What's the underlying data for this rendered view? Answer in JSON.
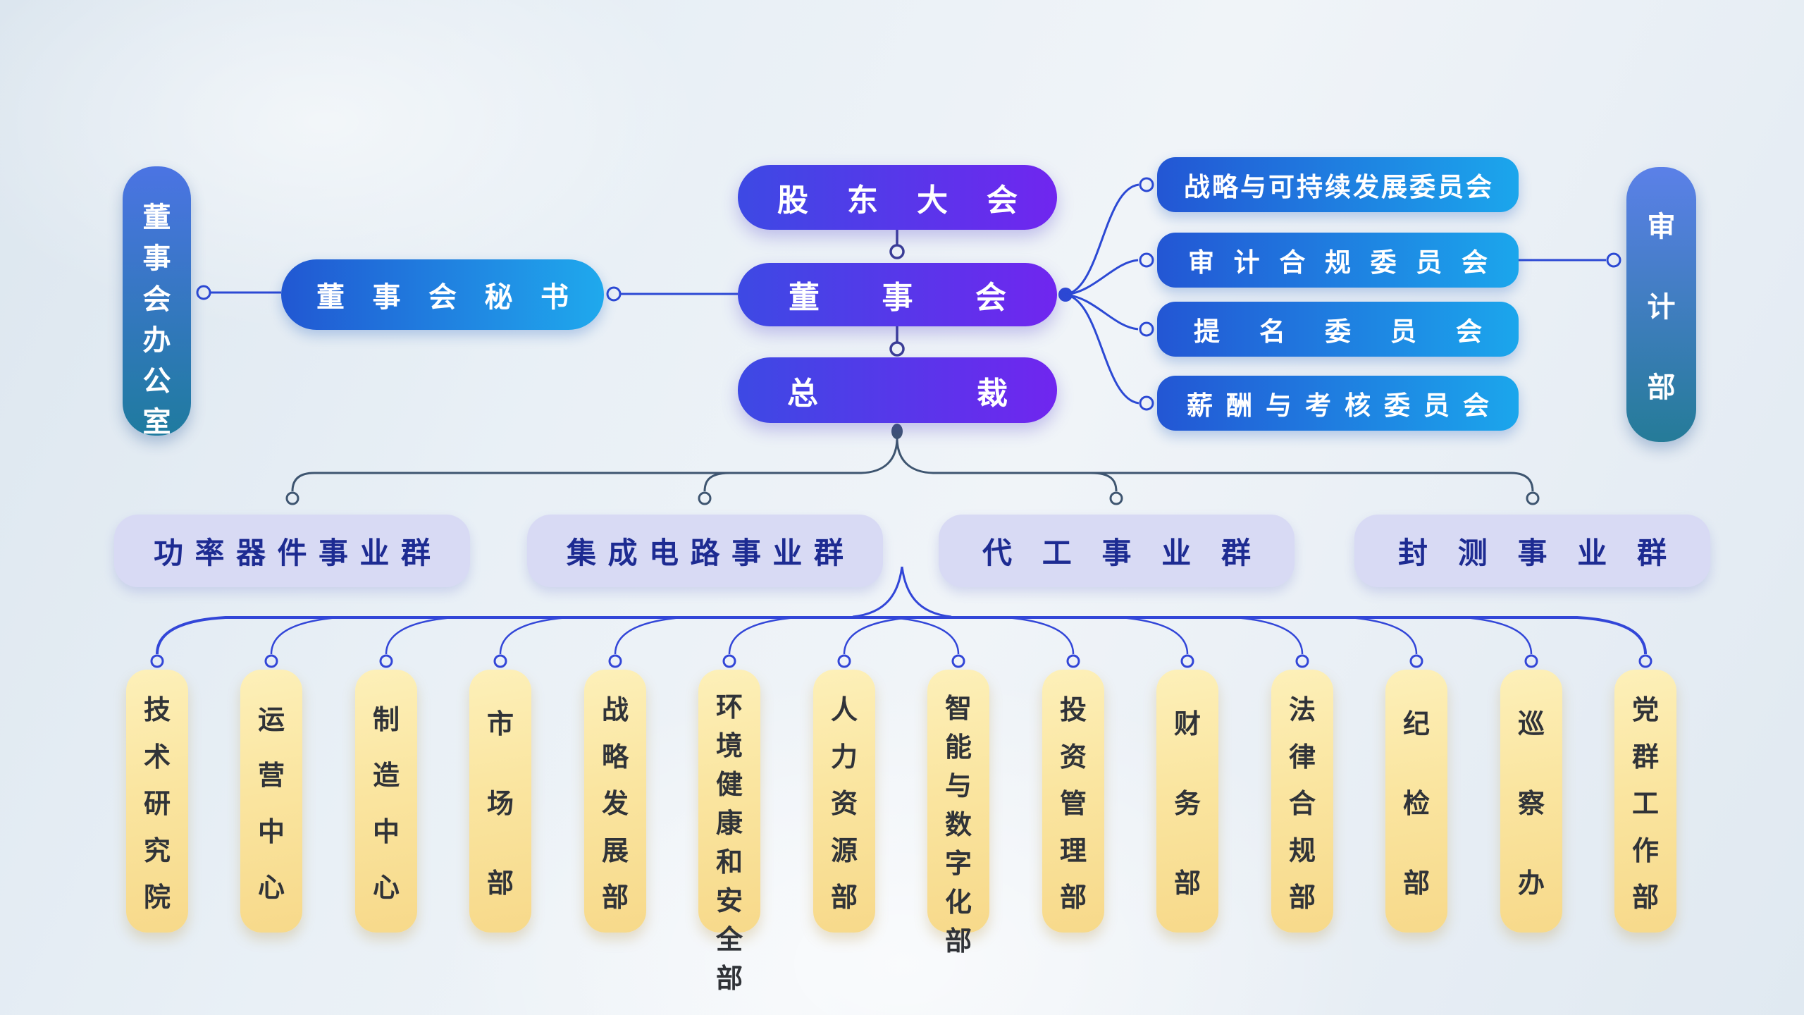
{
  "governance": {
    "shareholders_meeting": "股东大会",
    "board_of_directors": "董事会",
    "president": "总裁",
    "board_office": "董事会办公室",
    "board_secretary": "董事会秘书",
    "audit_department": "审计部",
    "committees": [
      "战略与可持续发展委员会",
      "审计合规委员会",
      "提名委员会",
      "薪酬与考核委员会"
    ]
  },
  "business_groups": [
    "功率器件事业群",
    "集成电路事业群",
    "代工事业群",
    "封测事业群"
  ],
  "departments": [
    "技术研究院",
    "运营中心",
    "制造中心",
    "市场部",
    "战略发展部",
    "环境健康和安全部",
    "人力资源部",
    "智能与数字化部",
    "投资管理部",
    "财务部",
    "法律合规部",
    "纪检部",
    "巡察办",
    "党群工作部"
  ],
  "colors": {
    "exec_gradient": [
      "#3d49e4",
      "#7026ef"
    ],
    "committee_gradient": [
      "#2356d4",
      "#1ba6ec"
    ],
    "office_gradient": [
      "#4b74e3",
      "#1f7b9f"
    ],
    "audit_gradient": [
      "#5b80e8",
      "#257b98"
    ],
    "business_group_fill": "#d8daf4",
    "business_group_text": "#1d2b92",
    "department_fill_top": "#fdf0b9",
    "department_fill_bottom": "#f7d98a",
    "department_text": "#303338",
    "connector_dark_indigo": "#3b3e96",
    "connector_slate": "#3e5570",
    "connector_blue": "#3246d8",
    "connector_link_blue": "#2c49d4"
  }
}
